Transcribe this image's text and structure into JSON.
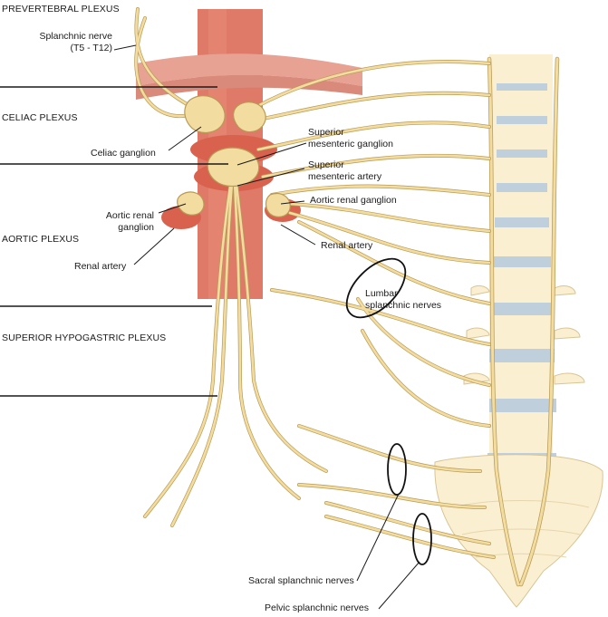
{
  "sections": {
    "prevertebral": "PREVERTEBRAL PLEXUS",
    "celiac": "CELIAC PLEXUS",
    "aortic": "AORTIC PLEXUS",
    "superior_hypogastric": "SUPERIOR HYPOGASTRIC PLEXUS"
  },
  "labels": {
    "splanchnic_nerve_line1": "Splanchnic nerve",
    "splanchnic_nerve_line2": "(T5 - T12)",
    "celiac_ganglion": "Celiac ganglion",
    "sup_mes_ganglion_line1": "Superior",
    "sup_mes_ganglion_line2": "mesenteric ganglion",
    "sup_mes_artery_line1": "Superior",
    "sup_mes_artery_line2": "mesenteric artery",
    "aortic_renal_ganglion_right": "Aortic renal ganglion",
    "aortic_renal_ganglion_left_line1": "Aortic renal",
    "aortic_renal_ganglion_left_line2": "ganglion",
    "renal_artery_right": "Renal artery",
    "renal_artery_left": "Renal artery",
    "lumbar_line1": "Lumbar",
    "lumbar_line2": "splanchnic nerves",
    "sacral": "Sacral splanchnic nerves",
    "pelvic": "Pelvic splanchnic nerves"
  },
  "colors": {
    "nerve": "#f3dca0",
    "nerve_stroke": "#b89a55",
    "aorta": "#d9624e",
    "vertebra": "#fbefd2",
    "disc": "#bfcfdc",
    "diaphragm": "#e7a293"
  }
}
